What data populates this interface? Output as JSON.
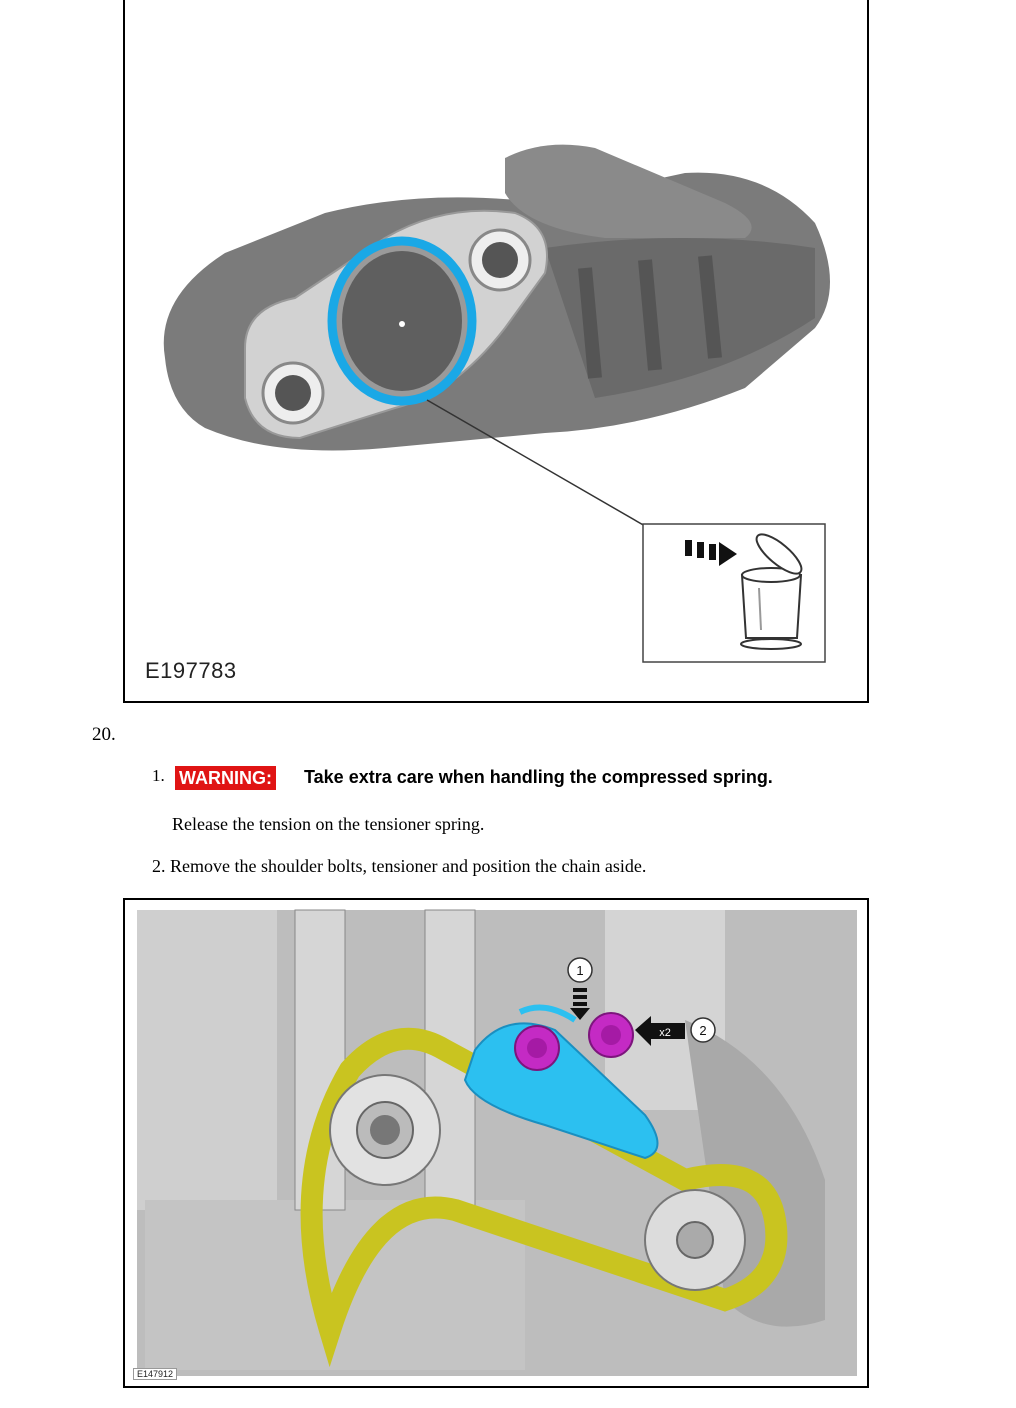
{
  "figure1": {
    "id_label": "E197783",
    "icon": "discard-in-bin-icon"
  },
  "step": {
    "number": "20."
  },
  "substeps": [
    {
      "number": "1.",
      "warning_label": "WARNING:",
      "warning_text": "Take extra care when handling the compressed spring.",
      "body": "Release the tension on the tensioner spring."
    },
    {
      "number": "2.",
      "body": "Remove the shoulder bolts, tensioner and position the chain aside."
    }
  ],
  "figure2": {
    "id_label": "E147912",
    "callout_1": "1",
    "callout_2": "2",
    "multiplier": "x2"
  },
  "colors": {
    "warning_red": "#e01414",
    "seal_blue": "#1aa8e6",
    "tensioner_cyan": "#2cc0f0",
    "bolt_magenta": "#c42ac4",
    "chain_yellow": "#c9c420"
  }
}
